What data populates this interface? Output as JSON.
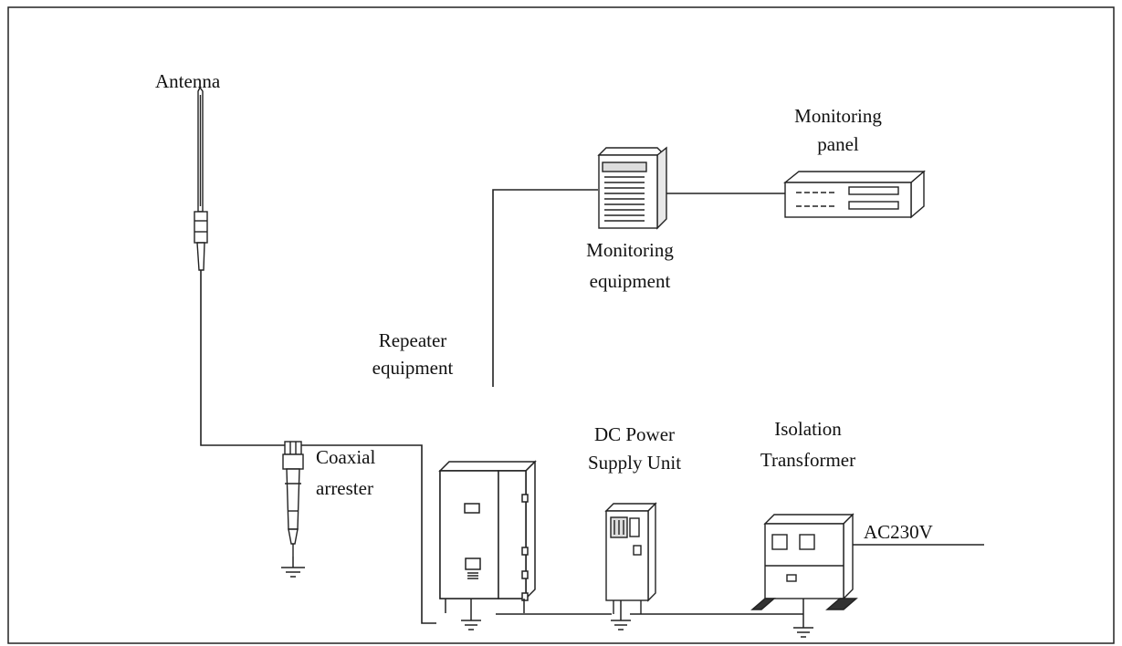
{
  "labels": {
    "antenna": "Antenna",
    "monitoring_panel_line1": "Monitoring",
    "monitoring_panel_line2": "panel",
    "monitoring_equipment_line1": "Monitoring",
    "monitoring_equipment_line2": "equipment",
    "repeater_line1": "Repeater",
    "repeater_line2": "equipment",
    "coaxial_line1": "Coaxial",
    "coaxial_line2": "arrester",
    "dc_power_line1": "DC Power",
    "dc_power_line2": "Supply Unit",
    "isolation_line1": "Isolation",
    "isolation_line2": "Transformer",
    "ac_input": "AC230V"
  }
}
